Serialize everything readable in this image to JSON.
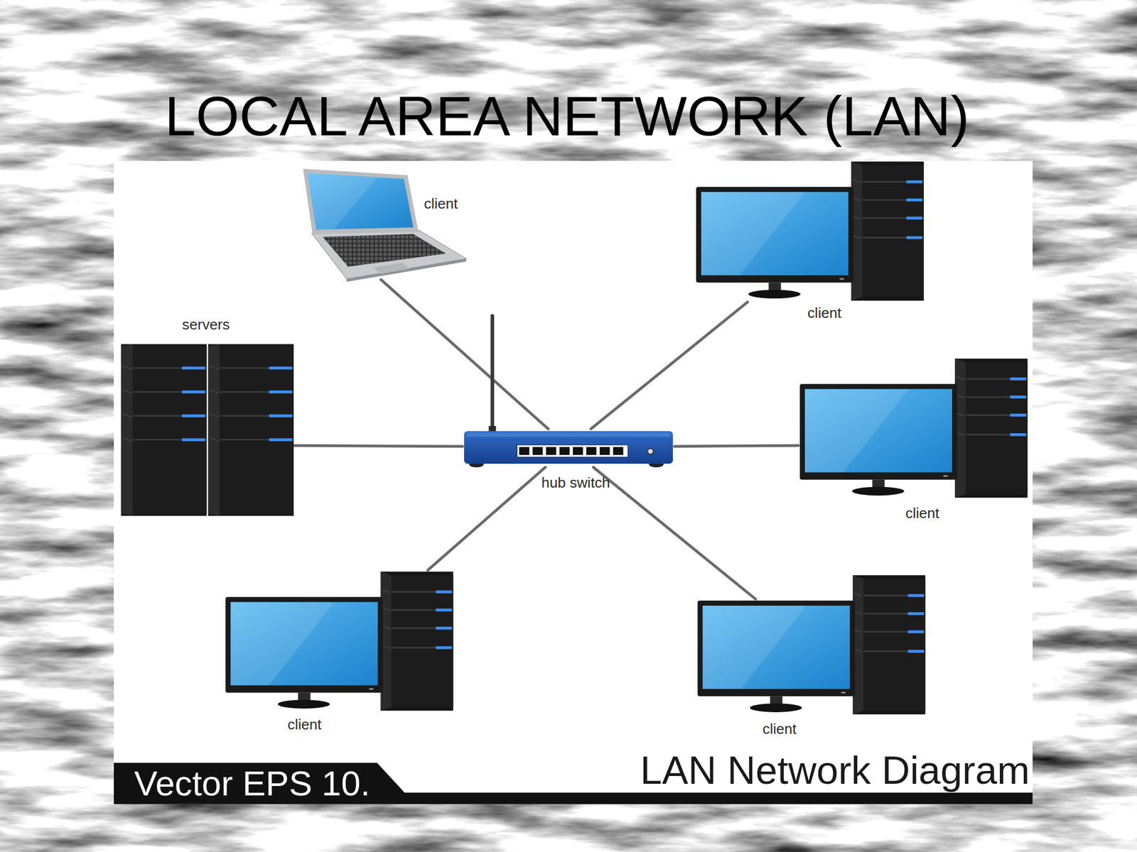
{
  "diagram": {
    "title": "LOCAL AREA NETWORK (LAN)",
    "nodes": [
      {
        "text": [
          "client"
        ]
      },
      {
        "text": [
          "client"
        ]
      },
      {
        "text": [
          "servers"
        ]
      },
      {
        "text": [
          "client"
        ]
      },
      {
        "text": [
          "hub switch"
        ]
      },
      {
        "text": [
          "client"
        ]
      },
      {
        "text": [
          "client"
        ]
      }
    ],
    "edges": [
      {
        "from": 4,
        "to": 0,
        "arrow": "none"
      },
      {
        "from": 4,
        "to": 1,
        "arrow": "none"
      },
      {
        "from": 4,
        "to": 2,
        "arrow": "none"
      },
      {
        "from": 4,
        "to": 3,
        "arrow": "none"
      },
      {
        "from": 4,
        "to": 5,
        "arrow": "none"
      },
      {
        "from": 4,
        "to": 6,
        "arrow": "none"
      }
    ],
    "labels": [
      "Vector EPS 10.",
      "LAN Network Diagram"
    ]
  }
}
